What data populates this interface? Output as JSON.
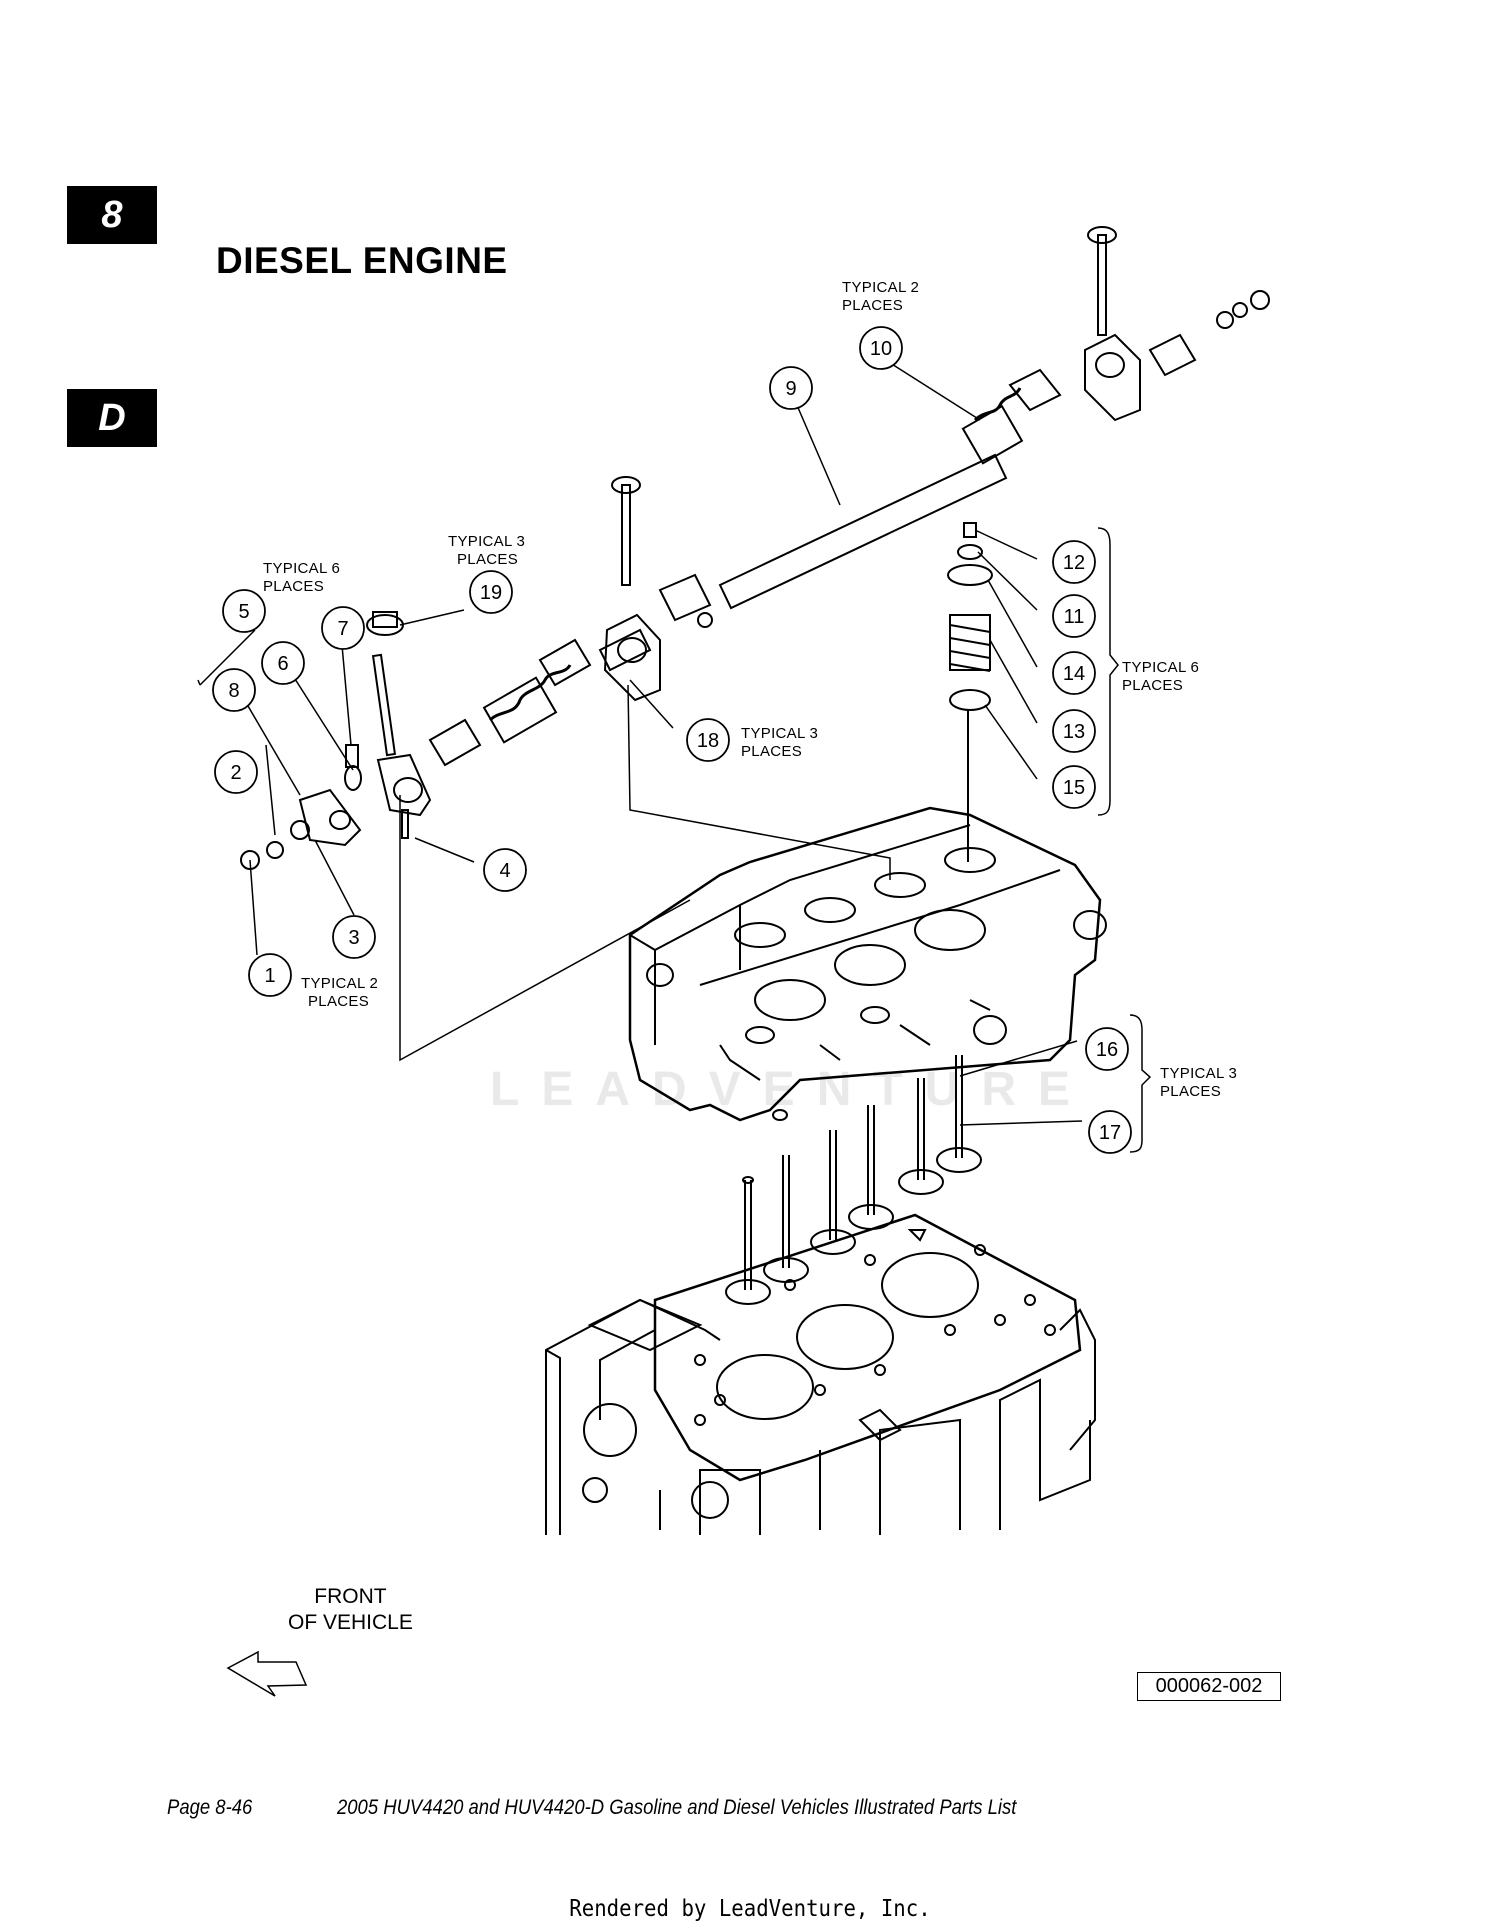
{
  "section_tabs": {
    "chapter": "8",
    "letter": "D"
  },
  "title": "DIESEL ENGINE",
  "callouts": [
    {
      "id": "1"
    },
    {
      "id": "2"
    },
    {
      "id": "3"
    },
    {
      "id": "4"
    },
    {
      "id": "5"
    },
    {
      "id": "6"
    },
    {
      "id": "7"
    },
    {
      "id": "8"
    },
    {
      "id": "9"
    },
    {
      "id": "10"
    },
    {
      "id": "11"
    },
    {
      "id": "12"
    },
    {
      "id": "13"
    },
    {
      "id": "14"
    },
    {
      "id": "15"
    },
    {
      "id": "16"
    },
    {
      "id": "17"
    },
    {
      "id": "18"
    },
    {
      "id": "19"
    }
  ],
  "notes": {
    "typical_2_places": [
      "TYPICAL 2",
      "PLACES"
    ],
    "typical_3_places": [
      "TYPICAL 3",
      "PLACES"
    ],
    "typical_6_places": [
      "TYPICAL 6",
      "PLACES"
    ]
  },
  "front_of_vehicle": [
    "FRONT",
    "OF VEHICLE"
  ],
  "figure_ref": "000062-002",
  "watermark": "LEADVENTURE",
  "footer": {
    "page": "Page 8-46",
    "doc_title": "2005 HUV4420 and HUV4420-D Gasoline and Diesel Vehicles Illustrated Parts List",
    "rendered_by": "Rendered by LeadVenture, Inc."
  }
}
